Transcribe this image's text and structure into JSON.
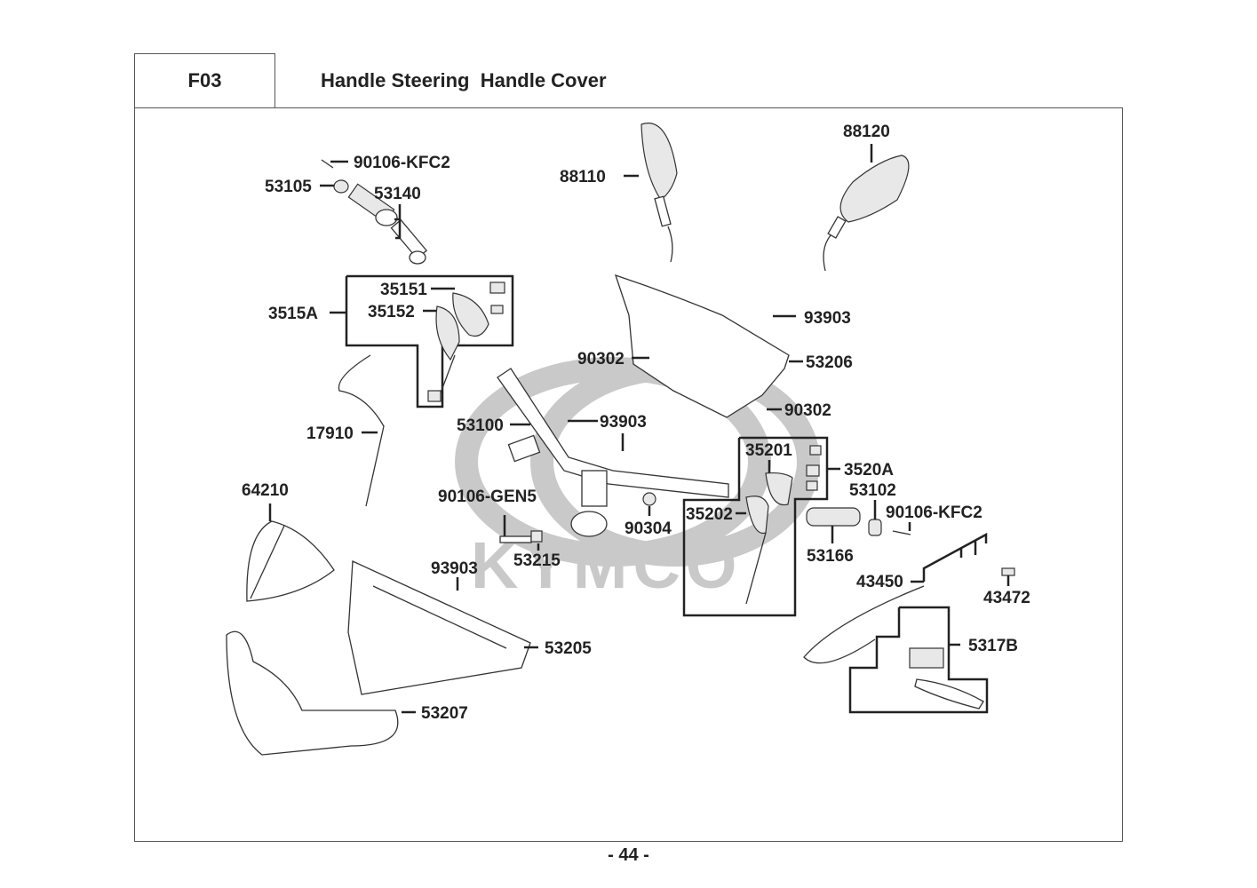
{
  "header": {
    "section_code": "F03",
    "title": "Handle Steering  Handle Cover"
  },
  "watermark": {
    "brand": "KYMCO"
  },
  "parts": [
    {
      "id": "p-90106-kfc2-left",
      "number": "90106-KFC2"
    },
    {
      "id": "p-53105",
      "number": "53105"
    },
    {
      "id": "p-53140",
      "number": "53140"
    },
    {
      "id": "p-35151",
      "number": "35151"
    },
    {
      "id": "p-35152",
      "number": "35152"
    },
    {
      "id": "p-3515a",
      "number": "3515A"
    },
    {
      "id": "p-17910",
      "number": "17910"
    },
    {
      "id": "p-64210",
      "number": "64210"
    },
    {
      "id": "p-88110",
      "number": "88110"
    },
    {
      "id": "p-88120",
      "number": "88120"
    },
    {
      "id": "p-93903-top",
      "number": "93903"
    },
    {
      "id": "p-90302-left",
      "number": "90302"
    },
    {
      "id": "p-53206",
      "number": "53206"
    },
    {
      "id": "p-90302-right",
      "number": "90302"
    },
    {
      "id": "p-53100",
      "number": "53100"
    },
    {
      "id": "p-93903-mid",
      "number": "93903"
    },
    {
      "id": "p-90106-gen5",
      "number": "90106-GEN5"
    },
    {
      "id": "p-90304",
      "number": "90304"
    },
    {
      "id": "p-53215",
      "number": "53215"
    },
    {
      "id": "p-93903-low",
      "number": "93903"
    },
    {
      "id": "p-53205",
      "number": "53205"
    },
    {
      "id": "p-53207",
      "number": "53207"
    },
    {
      "id": "p-35201",
      "number": "35201"
    },
    {
      "id": "p-3520a",
      "number": "3520A"
    },
    {
      "id": "p-53102",
      "number": "53102"
    },
    {
      "id": "p-90106-kfc2-right",
      "number": "90106-KFC2"
    },
    {
      "id": "p-35202",
      "number": "35202"
    },
    {
      "id": "p-53166",
      "number": "53166"
    },
    {
      "id": "p-43450",
      "number": "43450"
    },
    {
      "id": "p-43472",
      "number": "43472"
    },
    {
      "id": "p-5317b",
      "number": "5317B"
    }
  ],
  "footer": {
    "page_number": "- 44 -"
  }
}
